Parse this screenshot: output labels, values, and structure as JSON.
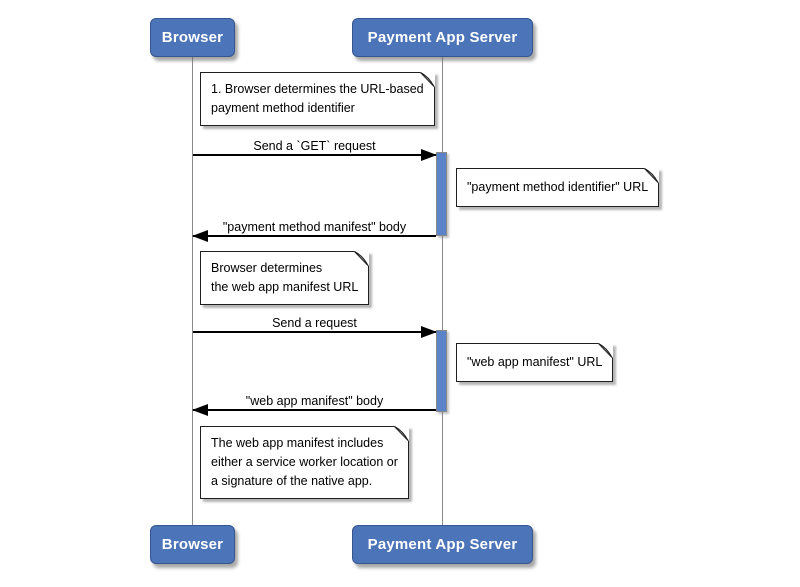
{
  "participants": [
    {
      "name": "Browser"
    },
    {
      "name": "Payment App Server"
    }
  ],
  "messages": [
    {
      "label": "Send a `GET` request",
      "from": "Browser",
      "to": "Payment App Server",
      "direction": "right"
    },
    {
      "label": "\"payment method manifest\" body",
      "from": "Payment App Server",
      "to": "Browser",
      "direction": "left"
    },
    {
      "label": "Send a request",
      "from": "Browser",
      "to": "Payment App Server",
      "direction": "right"
    },
    {
      "label": "\"web app manifest\" body",
      "from": "Payment App Server",
      "to": "Browser",
      "direction": "left"
    }
  ],
  "notes": [
    {
      "placement": "over browser lifeline",
      "lines": [
        "1. Browser determines the URL-based",
        "payment method identifier"
      ]
    },
    {
      "placement": "right of server activation",
      "lines": [
        "\"payment method identifier\" URL"
      ]
    },
    {
      "placement": "over browser lifeline",
      "lines": [
        "Browser determines",
        "the web app manifest URL"
      ]
    },
    {
      "placement": "right of server activation",
      "lines": [
        "\"web app manifest\" URL"
      ]
    },
    {
      "placement": "over browser lifeline",
      "lines": [
        "The web app manifest includes",
        "either a service worker location or",
        "a signature of the native app."
      ]
    }
  ],
  "colors": {
    "participant_fill": "#4C74B9",
    "participant_border": "#36568F",
    "participant_text": "#FFFFFF",
    "activation_fill": "#5B83C9",
    "activation_border": "#8A8A8A",
    "lifeline": "#8A8A8A",
    "arrow": "#000000",
    "note_fill": "#FFFFFF",
    "note_border": "#1F1F1F",
    "background": "#FFFFFF"
  }
}
